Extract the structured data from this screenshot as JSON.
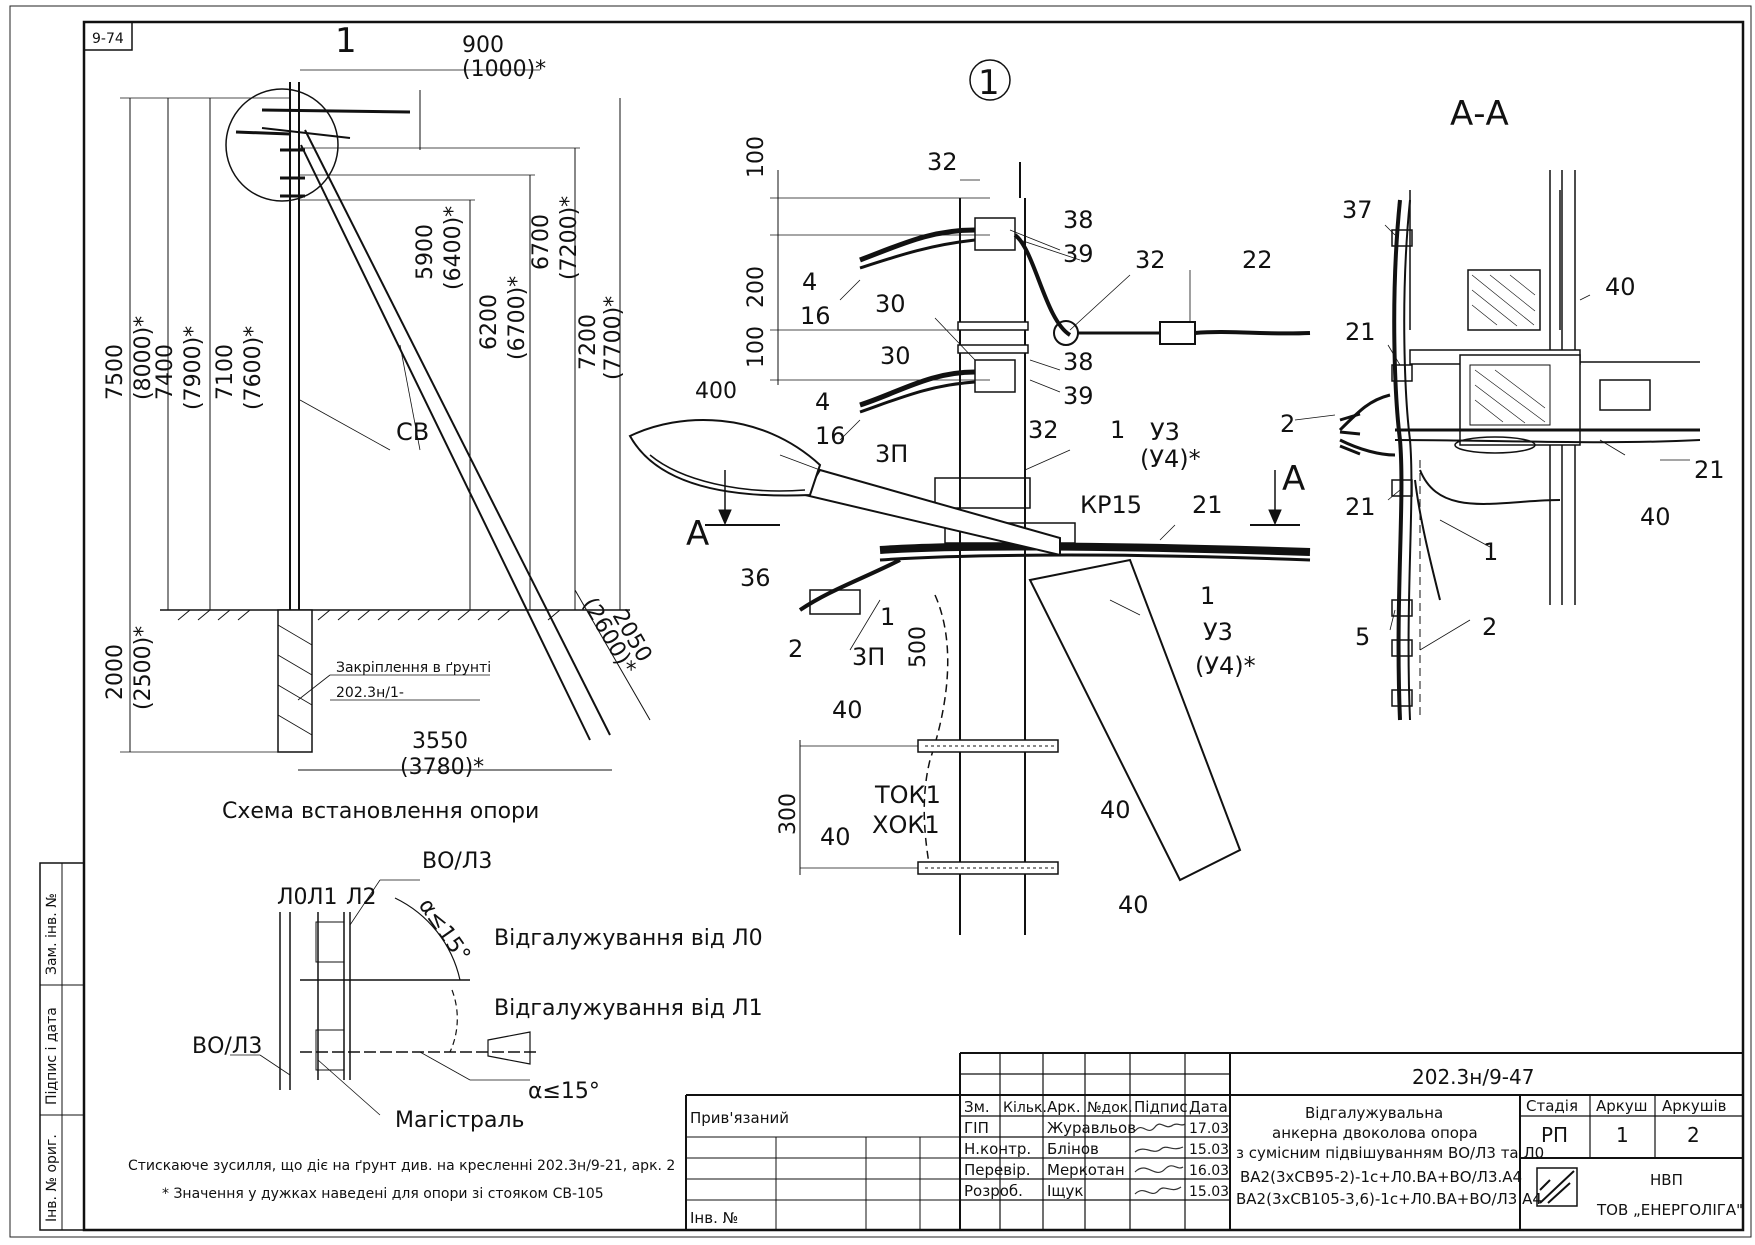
{
  "sheet_no": "9-74",
  "left_schema": {
    "callout": "1",
    "offset": "900",
    "offset_alt": "(1000)*",
    "heights": [
      "7500",
      "(8000)*",
      "7400",
      "(7900)*",
      "7100",
      "(7600)*"
    ],
    "strut_heights": [
      "5900",
      "(6400)*",
      "6200",
      "(6700)*",
      "6700",
      "(7200)*",
      "7200",
      "(7700)*"
    ],
    "strut_label": "СВ",
    "ground_depth": "2000",
    "ground_depth_alt": "(2500)*",
    "strut_ground": "2050",
    "strut_ground_alt": "(2600)*",
    "base_width": "3550",
    "base_width_alt": "(3780)*",
    "anchoring": "Закріплення в ґрунті",
    "anchoring_ref": "202.3н/1-",
    "caption": "Схема встановлення опори"
  },
  "branch_scheme": {
    "labels": [
      "Л0",
      "Л1",
      "Л2"
    ],
    "vo_top": "ВО/Л3",
    "vo_left": "ВО/Л3",
    "alpha_top": "α≤15°",
    "alpha_bottom": "α≤15°",
    "branch_l0": "Відгалужування від Л0",
    "branch_l1": "Відгалужування від Л1",
    "trunk": "Магістраль",
    "note1": "Стискаюче зусилля, що діє на ґрунт див. на кресленні 202.3н/9-21, арк. 2",
    "note2": "* Значення у дужках наведені для опори зі стояком СВ-105"
  },
  "detail_view": {
    "title": "1",
    "dims": [
      "100",
      "200",
      "100",
      "400",
      "500",
      "300"
    ],
    "callouts": [
      "32",
      "38",
      "39",
      "32",
      "22",
      "4",
      "16",
      "30",
      "30",
      "38",
      "39",
      "4",
      "16",
      "3П",
      "32",
      "1",
      "У3",
      "(У4)*",
      "КР15",
      "21",
      "36",
      "1",
      "2",
      "1",
      "У3",
      "(У4)*",
      "3П",
      "40",
      "ТОК1",
      "ХОК1",
      "40",
      "40",
      "40"
    ],
    "section_mark": "А"
  },
  "section_view": {
    "title": "А-А",
    "callouts": [
      "37",
      "40",
      "21",
      "2",
      "21",
      "21",
      "40",
      "1",
      "5",
      "2"
    ]
  },
  "side_stamp": [
    "Інв. № ориг.",
    "Підпис і дата",
    "Зам. інв. №"
  ],
  "title_block": {
    "doc_code": "202.3н/9-47",
    "bound": "Прив'язаний",
    "inv": "Інв. №",
    "headers": [
      "Зм.",
      "Кільк.",
      "Арк.",
      "№док.",
      "Підпис",
      "Дата"
    ],
    "people": [
      {
        "role": "ГІП",
        "name": "Журавльов",
        "date": "17.03"
      },
      {
        "role": "Н.контр.",
        "name": "Блінов",
        "date": "15.03"
      },
      {
        "role": "Перевір.",
        "name": "Меркотан",
        "date": "16.03"
      },
      {
        "role": "Розроб.",
        "name": "Іщук",
        "date": "15.03"
      }
    ],
    "description": [
      "Відгалужувальна",
      "анкерна двоколова опора",
      "з сумісним підвішуванням ВО/Л3 та Л0",
      "ВА2(3хСВ95-2)-1с+Л0.ВА+ВО/Л3.А4",
      "ВА2(3хСВ105-3,6)-1с+Л0.ВА+ВО/Л3.А4"
    ],
    "stage_h": "Стадія",
    "sheet_h": "Аркуш",
    "sheets_h": "Аркушів",
    "stage": "РП",
    "sheet": "1",
    "sheets": "2",
    "org1": "НВП",
    "org2": "ТОВ „ЕНЕРГОЛІГА\""
  }
}
